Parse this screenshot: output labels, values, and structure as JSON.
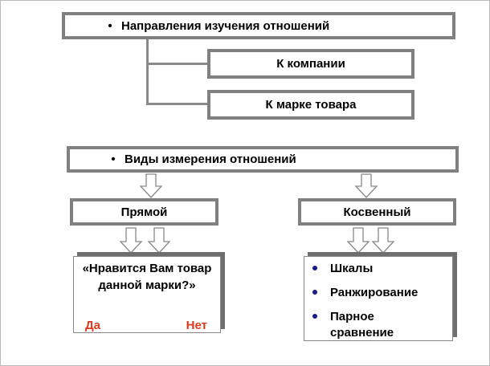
{
  "top": {
    "bullet": "•",
    "title": "Направления изучения отношений",
    "items": [
      "К компании",
      "К марке товара"
    ]
  },
  "measure": {
    "bullet": "•",
    "title": "Виды измерения отношений",
    "direct": {
      "label": "Прямой",
      "question": "«Нравится Вам товар данной марки?»",
      "yes": "Да",
      "no": "Нет"
    },
    "indirect": {
      "label": "Косвенный",
      "items": [
        "Шкалы",
        "Ранжирование",
        "Парное сравнение"
      ]
    }
  },
  "colors": {
    "border": "#808080",
    "answer": "#e0391b",
    "bullet": "#1a1a8c"
  }
}
